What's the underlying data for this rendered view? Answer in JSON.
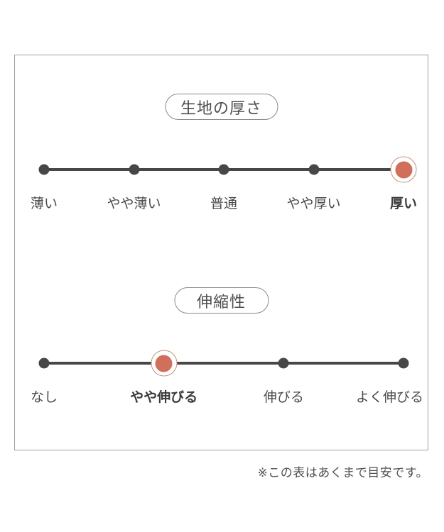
{
  "colors": {
    "accent": "#d0705a",
    "accent_ring": "#c7907f",
    "track": "#474747",
    "text": "#4a4a4a",
    "frame_border": "#9e9e9e",
    "pill_border": "#8a8a8a"
  },
  "note": "※この表はあくまで目安です。",
  "scales": [
    {
      "id": "thickness",
      "title": "生地の厚さ",
      "labels": [
        "薄い",
        "やや薄い",
        "普通",
        "やや厚い",
        "厚い"
      ],
      "active_index": 4,
      "active_label": "厚い"
    },
    {
      "id": "stretch",
      "title": "伸縮性",
      "labels": [
        "なし",
        "やや伸びる",
        "伸びる",
        "よく伸びる"
      ],
      "active_index": 1,
      "active_label": "やや伸びる"
    }
  ]
}
